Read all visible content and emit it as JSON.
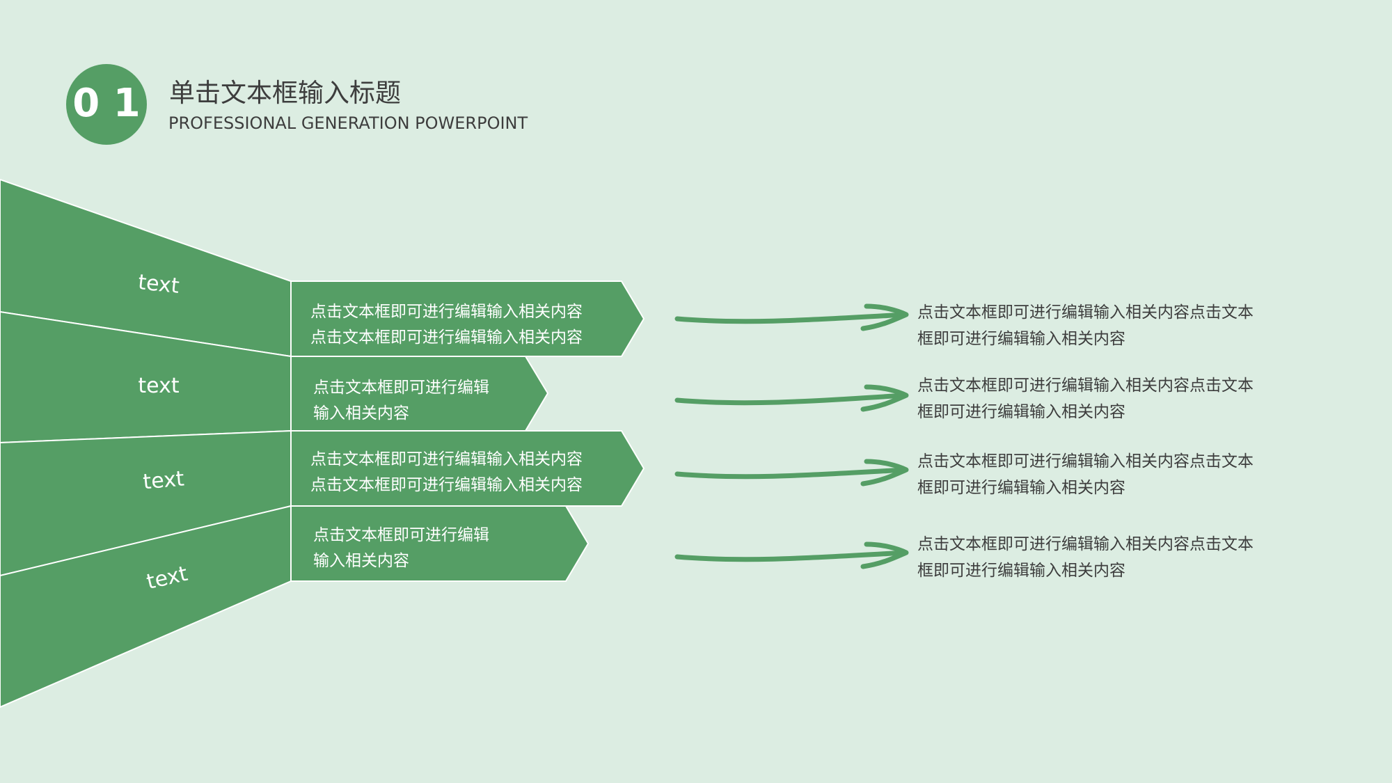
{
  "header": {
    "number": "0 1",
    "title": "单击文本框输入标题",
    "subtitle": "PROFESSIONAL GENERATION POWERPOINT"
  },
  "colors": {
    "background": "#dcede2",
    "green": "#559e65",
    "text_dark": "#3d3d3d",
    "text_light": "#ffffff"
  },
  "funnel": {
    "labels": [
      "text",
      "text",
      "text",
      "text"
    ]
  },
  "boxes": [
    {
      "line1": "点击文本框即可进行编辑输入相关内容",
      "line2": "点击文本框即可进行编辑输入相关内容"
    },
    {
      "line1": "点击文本框即可进行编辑",
      "line2": "输入相关内容"
    },
    {
      "line1": "点击文本框即可进行编辑输入相关内容",
      "line2": "点击文本框即可进行编辑输入相关内容"
    },
    {
      "line1": "点击文本框即可进行编辑",
      "line2": "输入相关内容"
    }
  ],
  "descriptions": [
    {
      "line1": "点击文本框即可进行编辑输入相关内容点击文本",
      "line2": "框即可进行编辑输入相关内容"
    },
    {
      "line1": "点击文本框即可进行编辑输入相关内容点击文本",
      "line2": "框即可进行编辑输入相关内容"
    },
    {
      "line1": "点击文本框即可进行编辑输入相关内容点击文本",
      "line2": "框即可进行编辑输入相关内容"
    },
    {
      "line1": "点击文本框即可进行编辑输入相关内容点击文本",
      "line2": "框即可进行编辑输入相关内容"
    }
  ],
  "arrow_icon": "hand-drawn-right-arrow-icon"
}
